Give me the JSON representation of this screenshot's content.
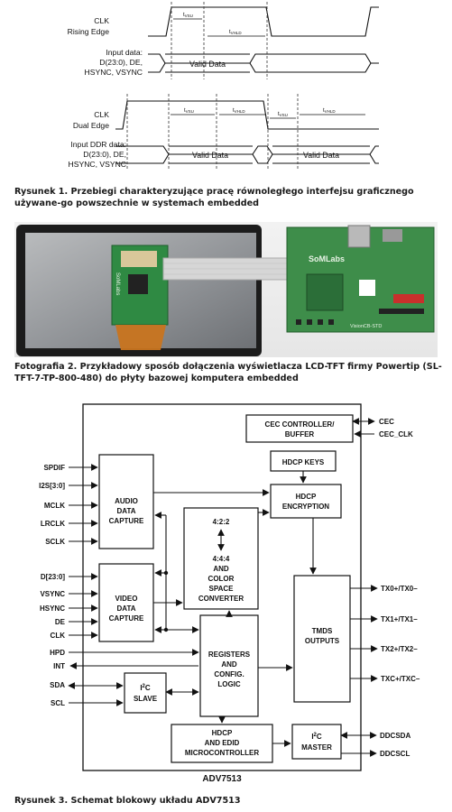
{
  "fig1": {
    "rising_label_1": "CLK",
    "rising_label_2": "Rising Edge",
    "input_label_1": "Input data:",
    "input_label_2": "D(23:0), DE,",
    "input_label_3": "HSYNC, VSYNC",
    "valid_data": "Valid Data",
    "tvsu": "t",
    "tvsu_sub": "VSU",
    "tvhld": "t",
    "tvhld_sub": "VHLD",
    "dual_label_1": "CLK",
    "dual_label_2": "Dual Edge",
    "ddr_label_1": "Input DDR data:",
    "ddr_label_2": "D(23:0), DE,",
    "ddr_label_3": "HSYNC, VSYNC",
    "valid_data_2": "Valid Data",
    "valid_data_3": "Valid Data",
    "caption": "Rysunek 1. Przebiegi charakteryzujące pracę równoległego interfejsu graficznego używane-go powszechnie w systemach embedded"
  },
  "fig2": {
    "board_brand": "SoMLabs",
    "board_name": "VisionCB-STD",
    "module_label": "SoMLabs",
    "caption": "Fotografia 2. Przykładowy sposób dołączenia wyświetlacza LCD-TFT firmy Powertip (SL-TFT-7-TP-800-480) do płyty bazowej komputera embedded"
  },
  "fig3": {
    "chip": "ADV7513",
    "cec_block_1": "CEC CONTROLLER/",
    "cec_block_2": "BUFFER",
    "cec": "CEC",
    "cec_clk": "CEC_CLK",
    "hdcp_keys": "HDCP KEYS",
    "hdcp_enc_1": "HDCP",
    "hdcp_enc_2": "ENCRYPTION",
    "audio_1": "AUDIO",
    "audio_2": "DATA",
    "audio_3": "CAPTURE",
    "video_1": "VIDEO",
    "video_2": "DATA",
    "video_3": "CAPTURE",
    "conv_1": "4:2:2",
    "conv_2": "4:4:4",
    "conv_3": "AND",
    "conv_4": "COLOR",
    "conv_5": "SPACE",
    "conv_6": "CONVERTER",
    "tmds_1": "TMDS",
    "tmds_2": "OUTPUTS",
    "reg_1": "REGISTERS",
    "reg_2": "AND",
    "reg_3": "CONFIG.",
    "reg_4": "LOGIC",
    "slave_1": "I",
    "slave_sup": "2",
    "slave_2": "C",
    "slave_3": "SLAVE",
    "master_1": "I",
    "master_sup": "2",
    "master_2": "C",
    "master_3": "MASTER",
    "micro_1": "HDCP",
    "micro_2": "AND EDID",
    "micro_3": "MICROCONTROLLER",
    "in_spdif": "SPDIF",
    "in_i2s": "I2S[3:0]",
    "in_mclk": "MCLK",
    "in_lrclk": "LRCLK",
    "in_sclk": "SCLK",
    "in_d": "D[23:0]",
    "in_vsync": "VSYNC",
    "in_hsync": "HSYNC",
    "in_de": "DE",
    "in_clk": "CLK",
    "in_hpd": "HPD",
    "in_int": "INT",
    "in_sda": "SDA",
    "in_scl": "SCL",
    "out_tx0": "TX0+/TX0–",
    "out_tx1": "TX1+/TX1–",
    "out_tx2": "TX2+/TX2–",
    "out_txc": "TXC+/TXC–",
    "out_ddcsda": "DDCSDA",
    "out_ddcscl": "DDCSCL",
    "caption": "Rysunek 3. Schemat blokowy układu ADV7513"
  }
}
